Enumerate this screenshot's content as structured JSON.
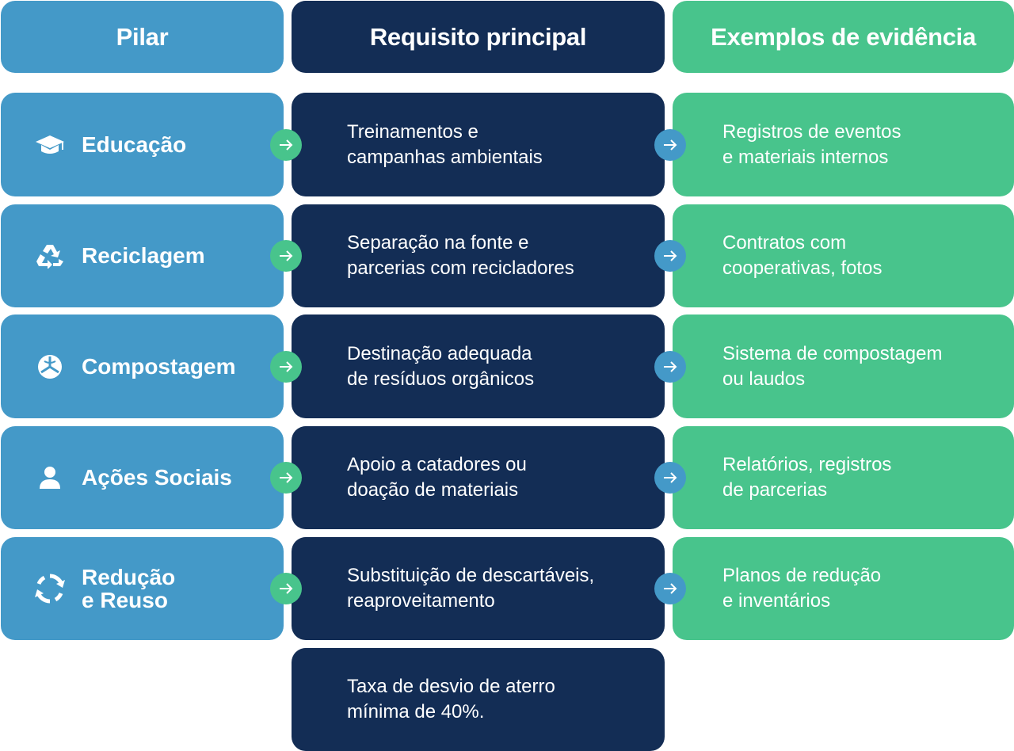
{
  "headers": {
    "pilar": "Pilar",
    "requisito": "Requisito principal",
    "evidencia": "Exemplos de evidência"
  },
  "rows": [
    {
      "pilar": "Educação",
      "icon": "graduation-cap-icon",
      "requisito": "Treinamentos e\ncampanhas ambientais",
      "evidencia": "Registros de eventos\ne materiais internos"
    },
    {
      "pilar": "Reciclagem",
      "icon": "recycle-icon",
      "requisito": "Separação na fonte e\nparcerias com recicladores",
      "evidencia": "Contratos com\ncooperativas, fotos"
    },
    {
      "pilar": "Compostagem",
      "icon": "compost-icon",
      "requisito": "Destinação adequada\nde resíduos orgânicos",
      "evidencia": "Sistema de compostagem\nou laudos"
    },
    {
      "pilar": "Ações Sociais",
      "icon": "person-icon",
      "requisito": "Apoio a catadores ou\ndoação de materiais",
      "evidencia": "Relatórios, registros\nde parcerias"
    },
    {
      "pilar": "Redução\ne Reuso",
      "icon": "refresh-icon",
      "requisito": "Substituição de descartáveis,\nreaproveitamento",
      "evidencia": "Planos de redução\ne inventários"
    }
  ],
  "extra_requisito": "Taxa de desvio de aterro\nmínima de 40%.",
  "colors": {
    "pilar": "#4499c8",
    "requisito": "#132d55",
    "evidencia": "#48c48c"
  }
}
